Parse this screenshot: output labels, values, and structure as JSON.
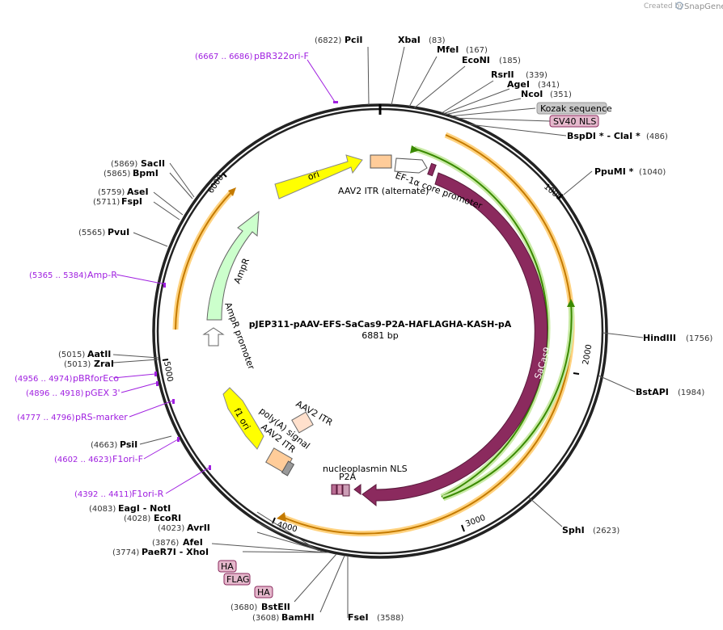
{
  "credit": {
    "prefix": "Created by",
    "brand": "SnapGene"
  },
  "plasmid": {
    "name": "pJEP311-pAAV-EFS-SaCas9-P2A-HAFLAGHA-KASH-pA",
    "size": "6881 bp"
  },
  "ticks": [
    "1000",
    "2000",
    "3000",
    "4000",
    "5000",
    "6000"
  ],
  "sites": [
    {
      "name": "PciI",
      "pos": "(6822)"
    },
    {
      "name": "XbaI",
      "pos": "(83)"
    },
    {
      "name": "MfeI",
      "pos": "(167)"
    },
    {
      "name": "EcoNI",
      "pos": "(185)"
    },
    {
      "name": "RsrII",
      "pos": "(339)"
    },
    {
      "name": "AgeI",
      "pos": "(341)"
    },
    {
      "name": "NcoI",
      "pos": "(351)"
    },
    {
      "name": "BspDI * - ClaI *",
      "pos": "(486)"
    },
    {
      "name": "PpuMI *",
      "pos": "(1040)"
    },
    {
      "name": "HindIII",
      "pos": "(1756)"
    },
    {
      "name": "BstAPI",
      "pos": "(1984)"
    },
    {
      "name": "SphI",
      "pos": "(2623)"
    },
    {
      "name": "FseI",
      "pos": "(3588)"
    },
    {
      "name": "BamHI",
      "pos": "(3608)"
    },
    {
      "name": "BstEII",
      "pos": "(3680)"
    },
    {
      "name": "PaeR7I - XhoI",
      "pos": "(3774)"
    },
    {
      "name": "AfeI",
      "pos": "(3876)"
    },
    {
      "name": "AvrII",
      "pos": "(4023)"
    },
    {
      "name": "EcoRI",
      "pos": "(4028)"
    },
    {
      "name": "EagI - NotI",
      "pos": "(4083)"
    },
    {
      "name": "PsiI",
      "pos": "(4663)"
    },
    {
      "name": "ZraI",
      "pos": "(5013)"
    },
    {
      "name": "AatII",
      "pos": "(5015)"
    },
    {
      "name": "PvuI",
      "pos": "(5565)"
    },
    {
      "name": "FspI",
      "pos": "(5711)"
    },
    {
      "name": "AseI",
      "pos": "(5759)"
    },
    {
      "name": "BpmI",
      "pos": "(5865)"
    },
    {
      "name": "SacII",
      "pos": "(5869)"
    }
  ],
  "primers": [
    {
      "name": "pBR322ori-F",
      "range": "(6667 .. 6686)"
    },
    {
      "name": "Amp-R",
      "range": "(5365 .. 5384)"
    },
    {
      "name": "pBRforEco",
      "range": "(4956 .. 4974)"
    },
    {
      "name": "pGEX 3'",
      "range": "(4896 .. 4918)"
    },
    {
      "name": "pRS-marker",
      "range": "(4777 .. 4796)"
    },
    {
      "name": "F1ori-F",
      "range": "(4602 .. 4623)"
    },
    {
      "name": "F1ori-R",
      "range": "(4392 .. 4411)"
    }
  ],
  "boxed": [
    "Kozak sequence",
    "SV40 NLS",
    "HA",
    "FLAG",
    "HA"
  ],
  "features": {
    "ori": "ori",
    "aav2_alt": "AAV2 ITR (alternate)",
    "ef1a": "EF-1α core promoter",
    "sacas9": "SaCas9",
    "ampr": "AmpR",
    "ampr_prom": "AmpR promoter",
    "f1ori": "f1 ori",
    "aav2_itr_a": "AAV2 ITR",
    "polya": "poly(A) signal",
    "aav2_itr_b": "AAV2 ITR",
    "nls": "nucleoplasmin NLS",
    "p2a": "P2A"
  },
  "colors": {
    "sacas9": "#8b2a5e",
    "ori": "#ffff00",
    "ampr": "#ccffcc",
    "itr": "#ffcc99",
    "primer": "#a020e0",
    "orange_arc": "#ffa500",
    "green_arc": "#6bbd1e"
  }
}
